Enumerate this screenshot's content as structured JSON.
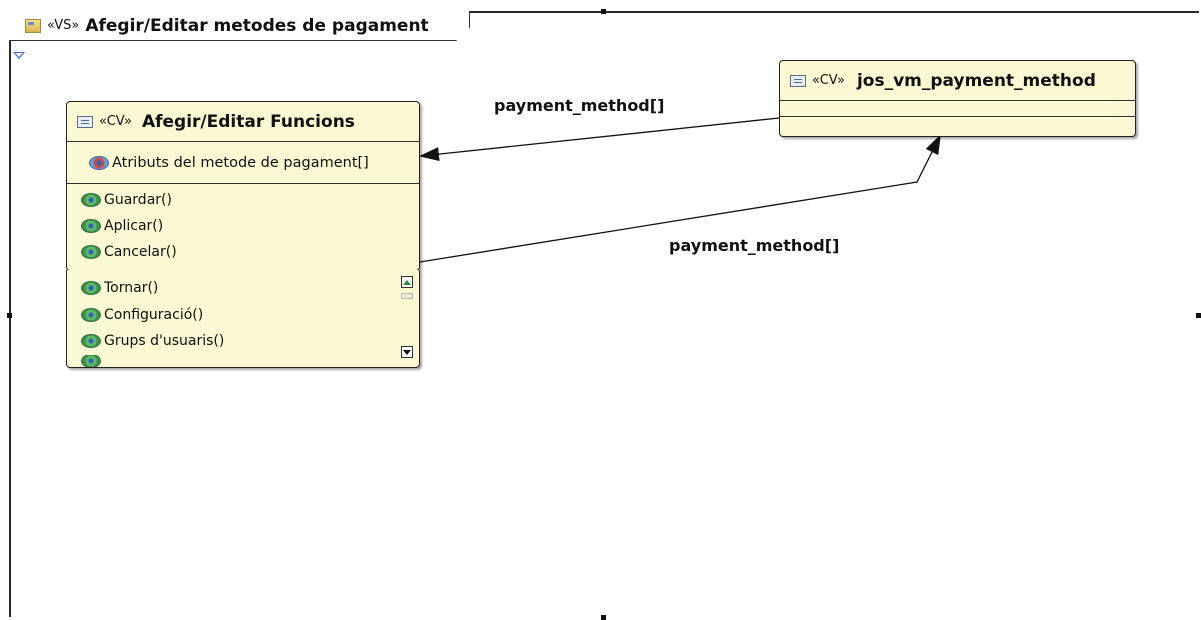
{
  "frame": {
    "stereotype": "«VS»",
    "title": "Afegir/Editar metodes de pagament"
  },
  "classes": [
    {
      "stereotype": "«CV»",
      "name": "Afegir/Editar Funcions",
      "attributes": [
        "Atributs del metode de pagament[]"
      ],
      "operations": [
        "Guardar()",
        "Aplicar()",
        "Cancelar()"
      ],
      "overflow_operations": [
        "Tornar()",
        "Configuració()",
        "Grups d'usuaris()"
      ]
    },
    {
      "stereotype": "«CV»",
      "name": "jos_vm_payment_method",
      "attributes": [],
      "operations": []
    }
  ],
  "associations": [
    {
      "label": "payment_method[]",
      "from": "jos_vm_payment_method",
      "to": "Afegir/Editar Funcions"
    },
    {
      "label": "payment_method[]",
      "from": "Afegir/Editar Funcions",
      "to": "jos_vm_payment_method"
    }
  ],
  "colors": {
    "class_fill": "#fbf8d4",
    "border": "#222222",
    "operation_icon": "#3f8f4d",
    "collapse_marker": "#3a66c8"
  },
  "icons": {
    "frame": "diagram-frame-icon",
    "class": "class-icon",
    "operation": "operation-icon",
    "attribute": "attribute-icon"
  }
}
